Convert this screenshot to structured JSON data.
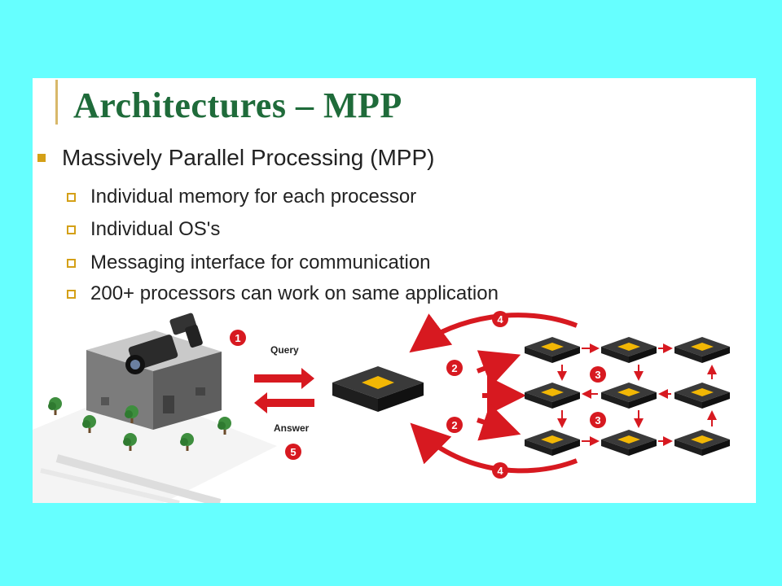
{
  "slide": {
    "title": "Architectures – MPP",
    "main_bullet": "Massively Parallel Processing (MPP)",
    "sub_bullets": [
      "Individual memory for each processor",
      "Individual OS's",
      "Messaging interface for communication",
      "200+ processors can work on same application"
    ]
  },
  "diagram": {
    "query_label": "Query",
    "answer_label": "Answer",
    "step_numbers": [
      "1",
      "2",
      "2",
      "3",
      "3",
      "4",
      "4",
      "5"
    ]
  },
  "colors": {
    "background": "#66FFFF",
    "title": "#1F6B3A",
    "bullet": "#D4A017",
    "arrow": "#D71920",
    "chip_top": "#3A3A3A",
    "chip_core": "#F2B705"
  },
  "icons": [
    "video-camera-icon",
    "building-icon",
    "tree-icon",
    "processor-chip-icon",
    "arrow-icon"
  ]
}
